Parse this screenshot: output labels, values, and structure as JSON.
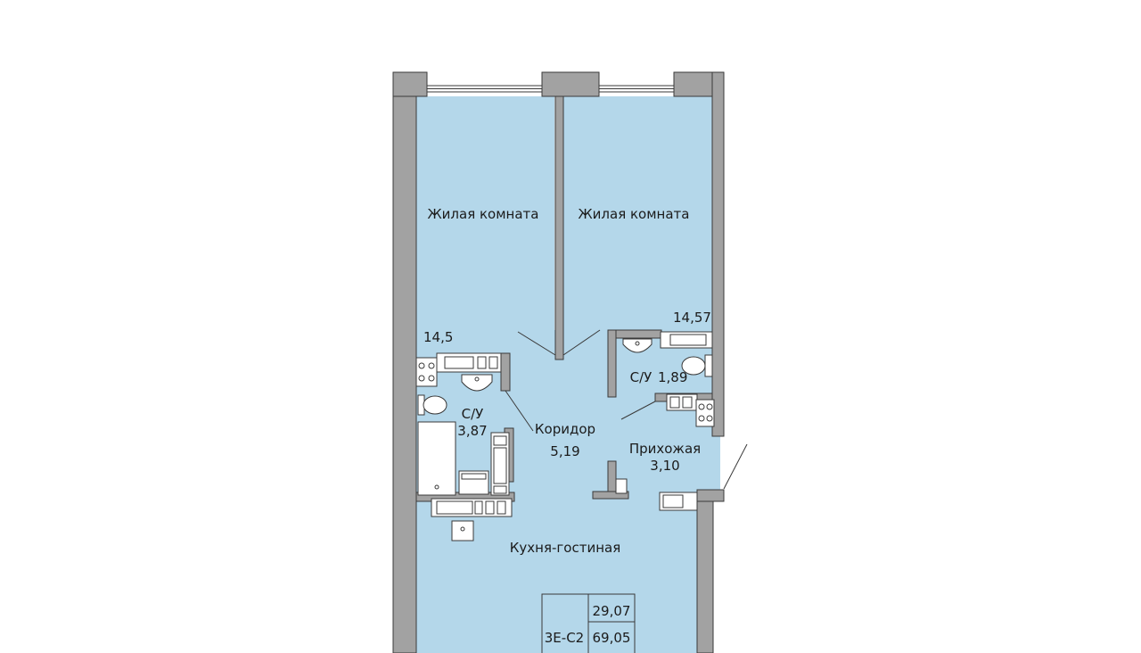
{
  "colors": {
    "room_fill": "#b4d7ea",
    "wall": "#a2a2a2",
    "wall_stroke": "#3a3a3a",
    "fixture_fill": "#ffffff",
    "background": "#ffffff"
  },
  "rooms": {
    "living_room_left": {
      "name": "Жилая комната",
      "area": "14,5"
    },
    "living_room_right": {
      "name": "Жилая комната",
      "area": "14,57"
    },
    "bathroom_left": {
      "name": "С/У",
      "area": "3,87"
    },
    "bathroom_right": {
      "name": "С/У",
      "area": "1,89"
    },
    "corridor": {
      "name": "Коридор",
      "area": "5,19"
    },
    "hallway": {
      "name": "Прихожая",
      "area": "3,10"
    },
    "kitchen_living": {
      "name": "Кухня-гостиная"
    }
  },
  "apartment": {
    "code": "3Е-С2",
    "living_area": "29,07",
    "total_area": "69,05"
  }
}
